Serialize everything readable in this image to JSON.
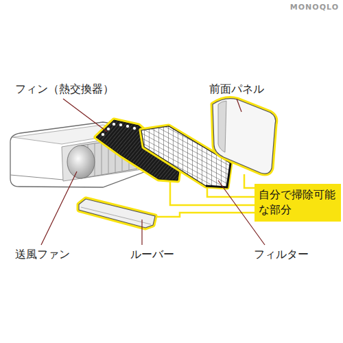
{
  "diagram": {
    "nodes": [
      {
        "text": [
          "自分で掃除可能 な部分"
        ]
      }
    ],
    "labels": [
      "MONOQLO",
      "フィン（熱交換器）",
      "前面パネル",
      "送風ファン",
      "ルーバー",
      "フィルター"
    ]
  }
}
